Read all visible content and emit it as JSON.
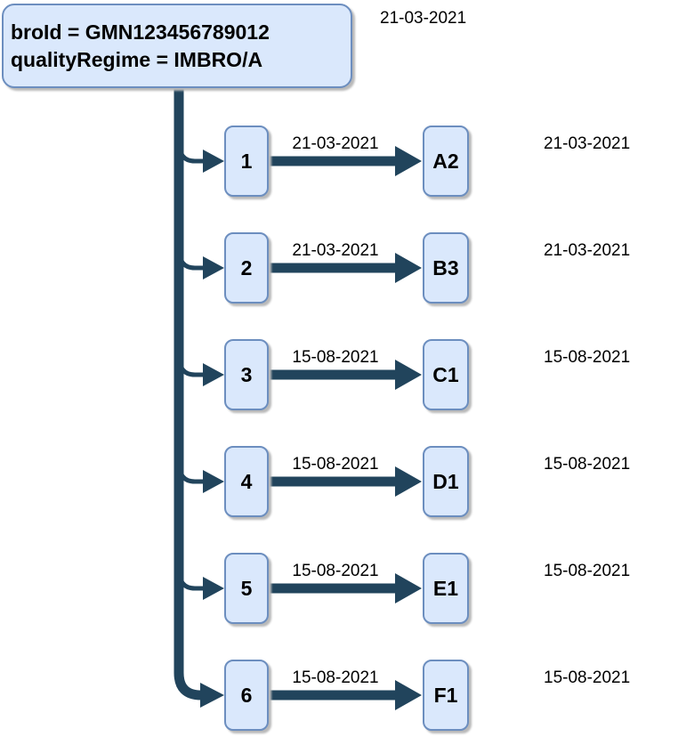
{
  "diagram": {
    "root": {
      "line1": "broId = GMN123456789012",
      "line2": "qualityRegime = IMBRO/A",
      "date": "21-03-2021"
    },
    "rows": [
      {
        "num": "1",
        "target": "A2",
        "edge_date": "21-03-2021",
        "right_date": "21-03-2021"
      },
      {
        "num": "2",
        "target": "B3",
        "edge_date": "21-03-2021",
        "right_date": "21-03-2021"
      },
      {
        "num": "3",
        "target": "C1",
        "edge_date": "15-08-2021",
        "right_date": "15-08-2021"
      },
      {
        "num": "4",
        "target": "D1",
        "edge_date": "15-08-2021",
        "right_date": "15-08-2021"
      },
      {
        "num": "5",
        "target": "E1",
        "edge_date": "15-08-2021",
        "right_date": "15-08-2021"
      },
      {
        "num": "6",
        "target": "F1",
        "edge_date": "15-08-2021",
        "right_date": "15-08-2021"
      }
    ],
    "colors": {
      "node_fill": "#DAE8FC",
      "node_border": "#6C8EBF",
      "edge": "#21445C",
      "text": "#000000"
    }
  }
}
